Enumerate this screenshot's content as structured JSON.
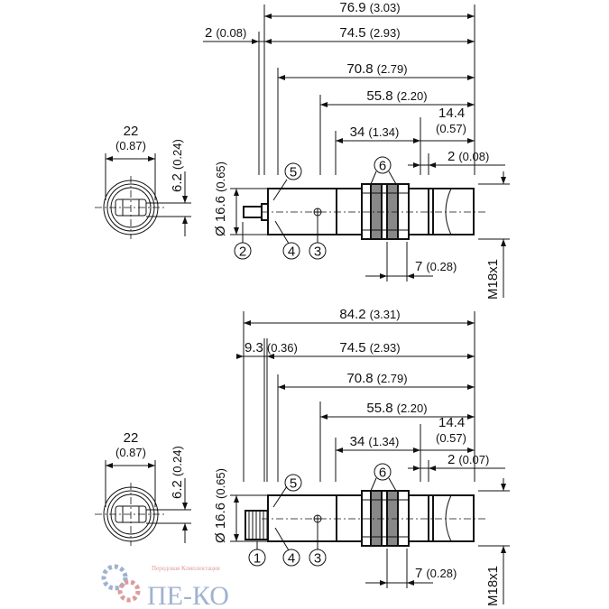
{
  "views": [
    {
      "id": "cable",
      "dims": {
        "overall": "76.9",
        "overall_in": "(3.03)",
        "offset": "2",
        "offset_in": "(0.08)",
        "d745": "74.5",
        "d745_in": "(2.93)",
        "d708": "70.8",
        "d708_in": "(2.79)",
        "d558": "55.8",
        "d558_in": "(2.20)",
        "d34": "34",
        "d34_in": "(1.34)",
        "d144": "14.4",
        "d144_in": "(0.57)",
        "d2": "2",
        "d2_in": "(0.08)",
        "d7": "7",
        "d7_in": "(0.28)",
        "diam": "Ø 16.6",
        "diam_in": "(0.65)",
        "thread": "M18x1",
        "end_w": "22",
        "end_w_in": "(0.87)",
        "end_h": "6.2",
        "end_h_in": "(0.24)"
      },
      "callouts": [
        "5",
        "6",
        "2",
        "4",
        "3"
      ]
    },
    {
      "id": "connector",
      "dims": {
        "overall": "84.2",
        "overall_in": "(3.31)",
        "offset": "9.3",
        "offset_in": "(0.36)",
        "d745": "74.5",
        "d745_in": "(2.93)",
        "d708": "70.8",
        "d708_in": "(2.79)",
        "d558": "55.8",
        "d558_in": "(2.20)",
        "d34": "34",
        "d34_in": "(1.34)",
        "d144": "14.4",
        "d144_in": "(0.57)",
        "d2": "2",
        "d2_in": "(0.07)",
        "d7": "7",
        "d7_in": "(0.28)",
        "diam": "Ø 16.6",
        "diam_in": "(0.65)",
        "thread": "M18x1",
        "end_w": "22",
        "end_w_in": "(0.87)",
        "end_h": "6.2",
        "end_h_in": "(0.24)"
      },
      "callouts": [
        "5",
        "6",
        "1",
        "4",
        "3"
      ]
    }
  ],
  "watermark": {
    "tagline": "Передовая Комплектация",
    "brand": "ПЕ-КО"
  },
  "colors": {
    "line": "#111111",
    "watermark_blue": "#8fa6c9",
    "watermark_red": "#d98a8a"
  }
}
